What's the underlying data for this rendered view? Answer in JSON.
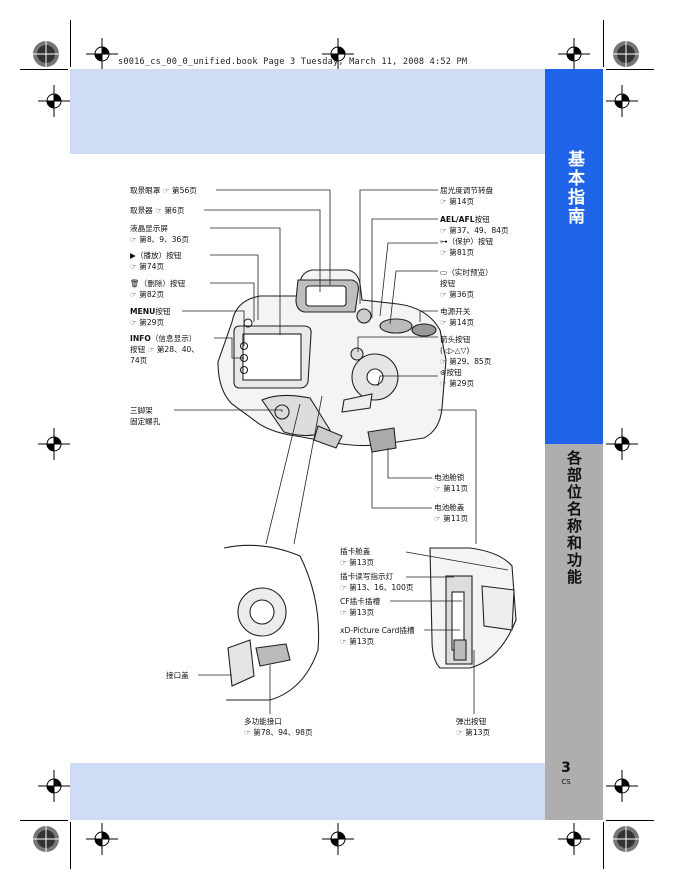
{
  "header": {
    "slug": "s0016_cs_00_0_unified.book  Page 3  Tuesday, March 11, 2008  4:52 PM"
  },
  "side_tab": {
    "section_1": "基本指南",
    "section_2": "各部位名称和功能"
  },
  "footer": {
    "page_number": "3",
    "language": "CS"
  },
  "labels_left": {
    "eyecup": "取景眼罩",
    "eyecup_ref": "第56页",
    "viewfinder": "取景器",
    "viewfinder_ref": "第6页",
    "lcd": "液晶显示屏",
    "lcd_ref": "第8、9、36页",
    "play_suffix": "（播放）按钮",
    "play_ref": "第74页",
    "erase_suffix": "（删除）按钮",
    "erase_ref": "第82页",
    "menu": "MENU",
    "menu_suffix": "按钮",
    "menu_ref": "第29页",
    "info": "INFO",
    "info_suffix": "（信息显示）",
    "info_line2": "按钮",
    "info_ref": "第28、40、",
    "info_ref2": "74页",
    "tripod_1": "三脚架",
    "tripod_2": "固定螺孔"
  },
  "labels_right": {
    "diopter": "屈光度调节转盘",
    "diopter_ref": "第14页",
    "aelafl": "AEL/AFL",
    "aelafl_suffix": "按钮",
    "aelafl_ref": "第37、49、84页",
    "protect_suffix": "（保护）按钮",
    "protect_ref": "第81页",
    "liveview_suffix": "（实时预览）",
    "liveview_line2": "按钮",
    "liveview_ref": "第36页",
    "power": "电源开关",
    "power_ref": "第14页",
    "arrow": "箭头按钮",
    "arrow_ref": "第29、85页",
    "ok_suffix": "按钮",
    "ok_ref": "第29页",
    "battery_lock": "电池舱锁",
    "battery_lock_ref": "第11页",
    "battery_cover": "电池舱盖",
    "battery_cover_ref": "第11页"
  },
  "labels_bottom": {
    "connector_cover": "接口盖",
    "multi_connector": "多功能接口",
    "multi_connector_ref": "第78、94、98页",
    "card_cover": "插卡舱盖",
    "card_cover_ref": "第13页",
    "card_lamp": "插卡读写指示灯",
    "card_lamp_ref": "第13、16、100页",
    "cf_slot": "CF插卡插槽",
    "cf_slot_ref": "第13页",
    "xd_slot": "xD-Picture Card插槽",
    "xd_slot_ref": "第13页",
    "eject": "弹出按钮",
    "eject_ref": "第13页"
  },
  "icons": {
    "ref_glyph": "page-ref-icon",
    "play": "play-icon",
    "erase": "trash-icon",
    "protect": "key-icon",
    "liveview": "liveview-icon",
    "arrows": "arrow-pad-icon",
    "ok": "ok-icon"
  },
  "colors": {
    "band": "#cfdcf6",
    "tab_blue": "#1f63e8",
    "tab_gray": "#aeaeae"
  }
}
